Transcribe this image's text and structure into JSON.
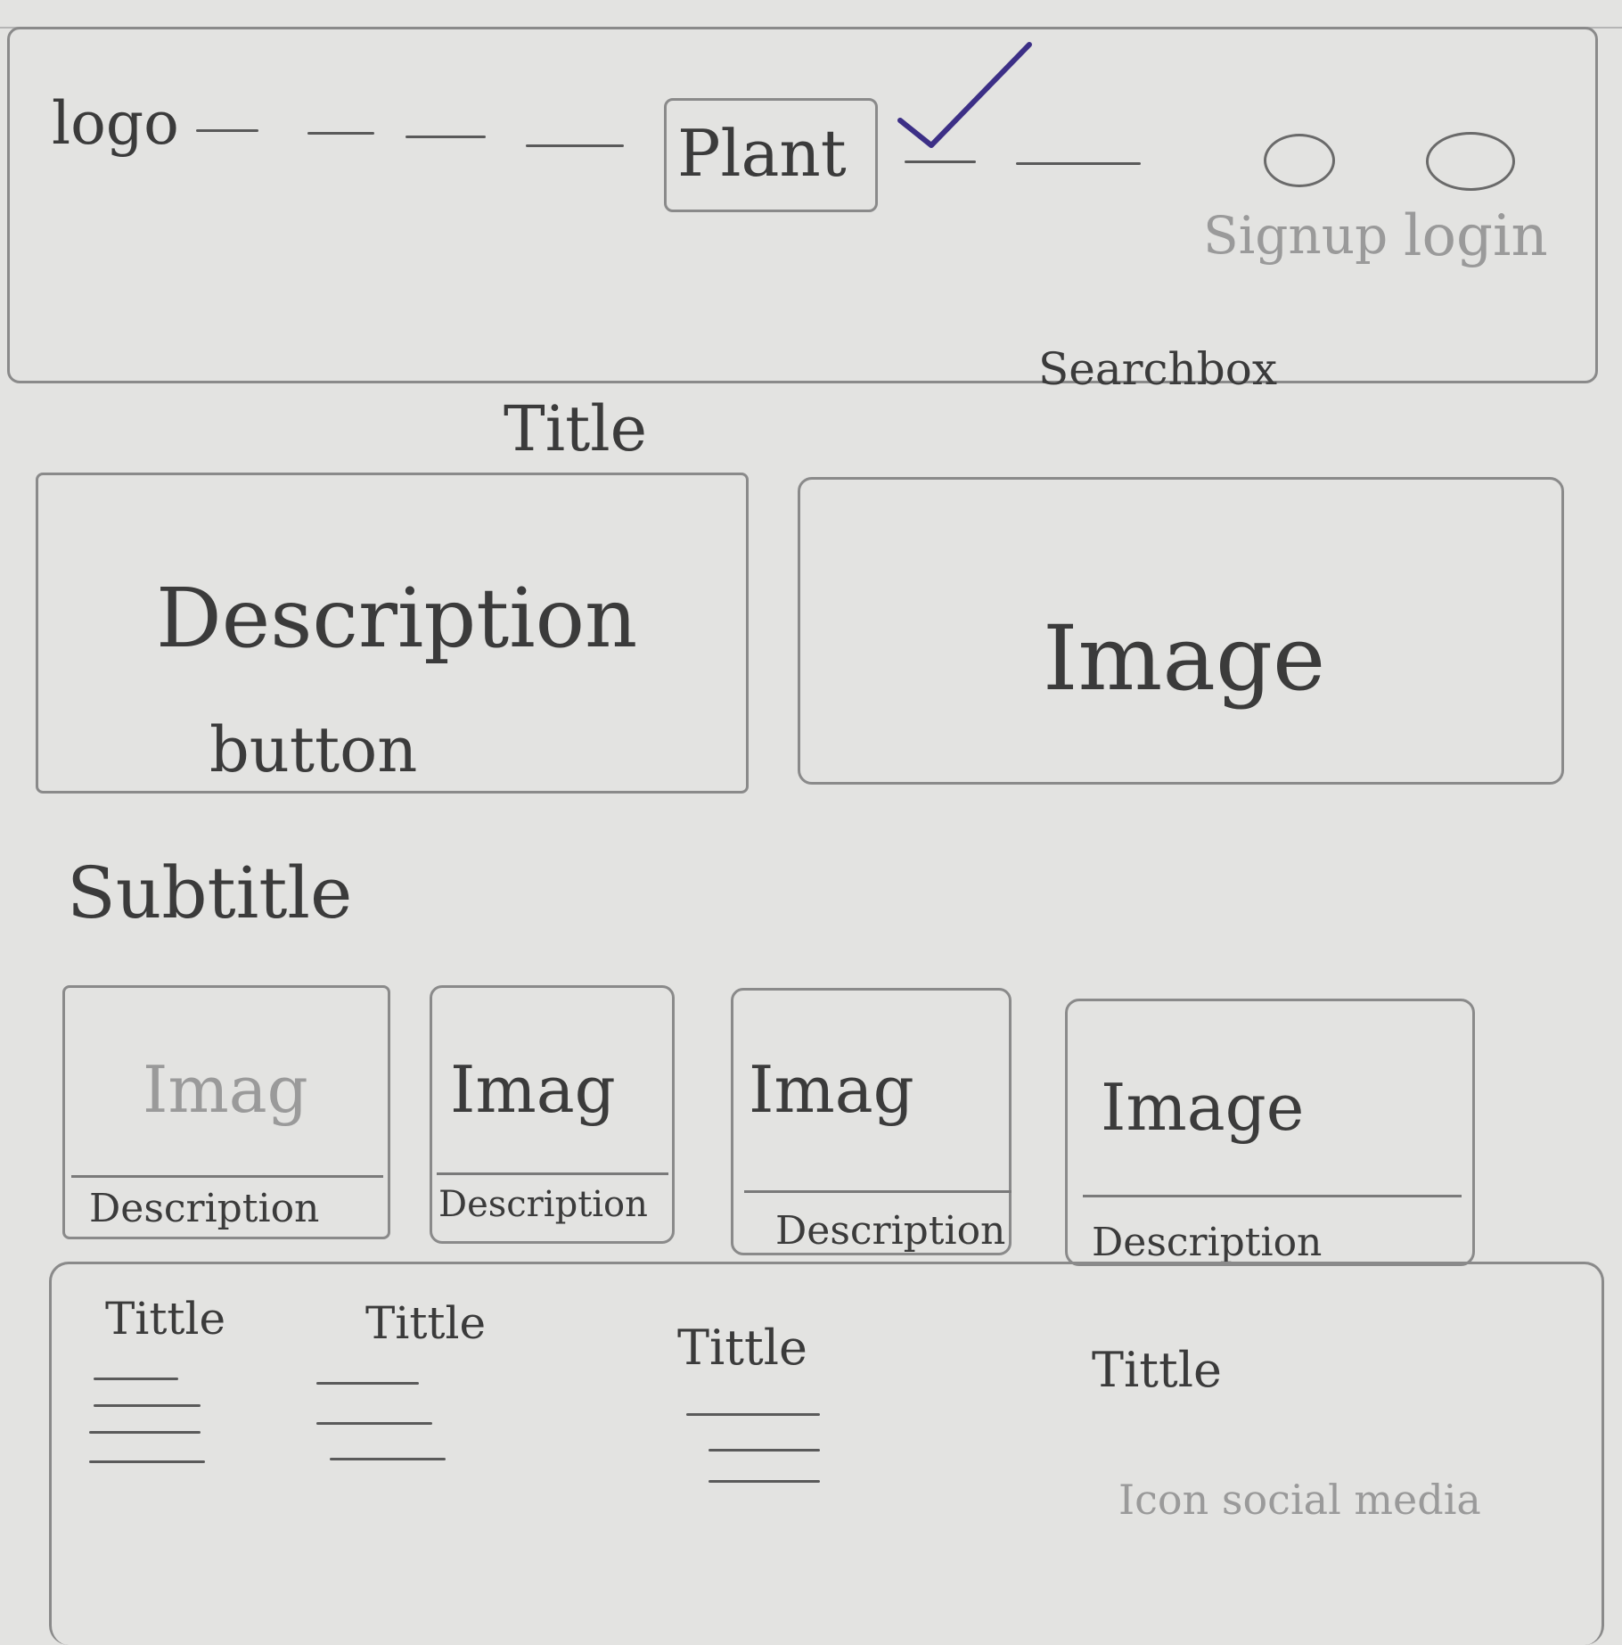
{
  "header": {
    "logo": "logo",
    "nav_items": [
      "",
      "",
      "",
      ""
    ],
    "active_nav": "Plant",
    "nav_items_after": [
      "",
      ""
    ],
    "signup": "Signup",
    "login": "login",
    "searchbox": "Searchbox",
    "accent_color": "#3c2f86"
  },
  "hero": {
    "title": "Title",
    "description": "Description",
    "button": "button",
    "image": "Image"
  },
  "section": {
    "subtitle": "Subtitle",
    "cards": [
      {
        "image": "Imag",
        "description": "Description"
      },
      {
        "image": "Imag",
        "description": "Description"
      },
      {
        "image": "Imag",
        "description": "Description"
      },
      {
        "image": "Image",
        "description": "Description"
      }
    ]
  },
  "footer": {
    "columns": [
      {
        "title": "Tittle"
      },
      {
        "title": "Tittle"
      },
      {
        "title": "Tittle"
      },
      {
        "title": "Tittle",
        "extra": "Icon social media"
      }
    ]
  }
}
